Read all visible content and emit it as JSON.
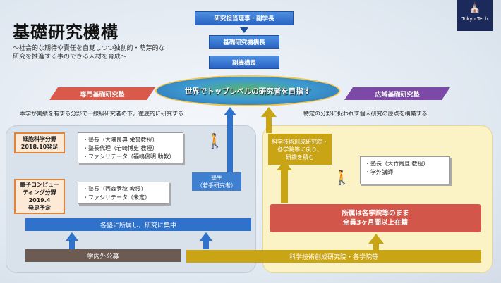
{
  "title": "基礎研究機構",
  "subtitle_lines": [
    "～社会的な期待や責任を自覚しつつ独創的・萌芽的な",
    "研究を推進する事のできる人材を育成～"
  ],
  "logo": {
    "text": "Tokyo Tech",
    "icon": "tower-icon"
  },
  "hierarchy": [
    "研究担当理事・副学長",
    "基礎研究機構長",
    "副機構長"
  ],
  "center_goal": "世界でトップレベルの研究者を目指す",
  "left_banner": "専門基礎研究塾",
  "right_banner": "広域基礎研究塾",
  "left_desc": "本学が実績を有する分野で一線級研究者の下，徹底的に研究する",
  "right_desc": "特定の分野に捉われず個人研究の原点を構築する",
  "left_panel": {
    "field1": {
      "label_lines": [
        "細胞科学分野",
        "2018.10発足"
      ],
      "staff": [
        "・塾長（大隅良典 栄誉教授）",
        "・塾長代理（岩崎博史 教授）",
        "・ファシリテータ（福嶋俊明 助教）"
      ]
    },
    "field2": {
      "label_lines": [
        "量子コンピュー",
        "ティング分野",
        "2019.4",
        "発足予定"
      ],
      "staff": [
        "・塾長（西森秀稔 教授）",
        "・ファシリテータ（未定）"
      ]
    },
    "student_lines": [
      "塾生",
      "（若手研究者）"
    ],
    "concentrate": "各塾に所属し，研究に集中",
    "recruit": "学内外公募"
  },
  "right_panel": {
    "return_lines": [
      "科学技術創成研究院・",
      "各学院等に戻り、",
      "研鑽を積む"
    ],
    "staff": [
      "・塾長（大竹尚登 教授）",
      "・学外講師"
    ],
    "enroll_lines": [
      "所属は各学院等のまま",
      "全員3ヶ月間以上在籍"
    ]
  },
  "bottom_bar": "科学技術創成研究院・各学院等",
  "colors": {
    "blue": "#2f72cc",
    "gold": "#c9a414",
    "red": "#d2574a",
    "purple": "#7c4aa6",
    "brown": "#6b5b52"
  }
}
